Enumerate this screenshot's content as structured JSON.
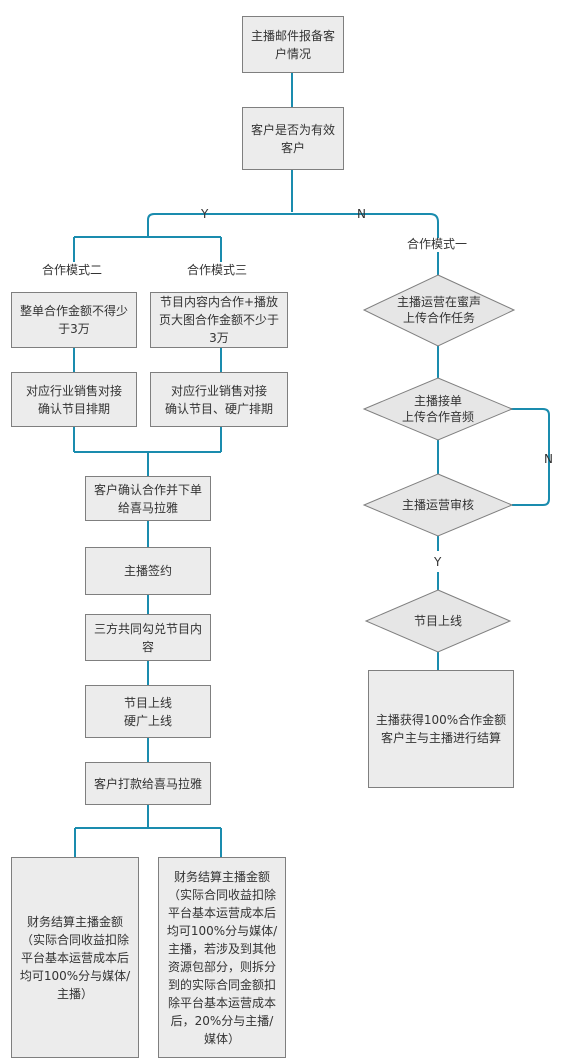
{
  "flow": {
    "start": "主播邮件报备客\n户情况",
    "decision": "客户是否为有效\n客户",
    "yes_label": "Y",
    "no_label": "N",
    "mode_two": {
      "title": "合作模式二",
      "requirement": "整单合作金额不得少\n于3万",
      "sales_confirm": "对应行业销售对接\n确认节目排期"
    },
    "mode_three": {
      "title": "合作模式三",
      "requirement": "节目内容内合作+播放\n页大图合作金额不少于\n3万",
      "sales_confirm": "对应行业销售对接\n确认节目、硬广排期"
    },
    "main_steps": [
      "客户确认合作并下单\n给喜马拉雅",
      "主播签约",
      "三方共同勾兑节目内\n容",
      "节目上线\n硬广上线",
      "客户打款给喜马拉雅"
    ],
    "settlement_left": "财务结算主播金额\n（实际合同收益扣除\n平台基本运营成本后\n均可100%分与媒体/\n主播）",
    "settlement_right": "财务结算主播金额\n（实际合同收益扣除\n平台基本运营成本后\n均可100%分与媒体/\n主播，若涉及到其他\n资源包部分，则拆分\n到的实际合同金额扣\n除平台基本运营成本\n后，20%分与主播/\n媒体）",
    "mode_one": {
      "title": "合作模式一",
      "task_upload": "主播运营在蜜声\n上传合作任务",
      "accept_upload": "主播接单\n上传合作音频",
      "review": "主播运营审核",
      "review_no": "N",
      "review_yes": "Y",
      "program_online": "节目上线",
      "result": "主播获得100%合作金额\n客户主与主播进行结算"
    }
  },
  "colors": {
    "line": "#1a8cae",
    "box_fill": "#ececec",
    "box_border": "#7f7f7f",
    "diamond_fill": "#e6e6e6",
    "text": "#333333"
  }
}
